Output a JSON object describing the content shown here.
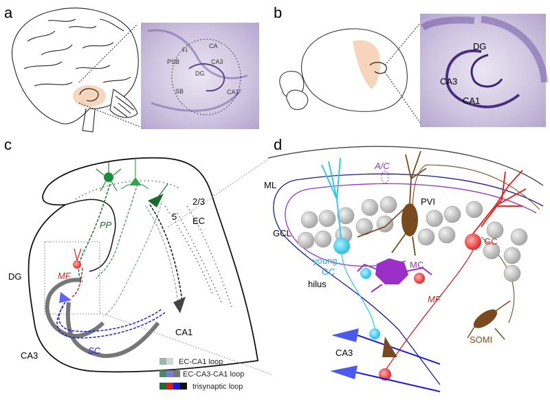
{
  "panels": {
    "a": {
      "letter": "a",
      "inset_labels": [
        "CA",
        "Fi",
        "PSB",
        "CA3",
        "DG",
        "SB",
        "CA1"
      ]
    },
    "b": {
      "letter": "b",
      "inset_labels": [
        "DG",
        "CA3",
        "CA1"
      ]
    },
    "c": {
      "letter": "c",
      "labels": {
        "dg": "DG",
        "ca3": "CA3",
        "ca1": "CA1",
        "ec": "EC",
        "layer23": "2/3",
        "layer5": "5",
        "pp": "PP",
        "mf": "MF",
        "sc": "SC"
      },
      "legend": [
        "EC-CA1 loop",
        "EC-CA3-CA1 loop",
        "trisynaptic loop"
      ]
    },
    "d": {
      "letter": "d",
      "labels": {
        "ml": "ML",
        "ac": "A/C",
        "pvi": "PVI",
        "gcl": "GCL",
        "young_gc_1": "young",
        "young_gc_2": "GC",
        "mc": "MC",
        "hilus": "hilus",
        "gc": "GC",
        "mf": "MF",
        "somi": "SOMI",
        "ca3": "CA3"
      }
    }
  },
  "colors": {
    "tissue": "#c9bfdc",
    "tissue_dark": "#5b3f8c",
    "highlight": "#f6cfb5",
    "ec": "#1b6b32",
    "mf": "#d41f1f",
    "sc": "#1a1adb",
    "ca1": "#333333",
    "young_gc": "#34c6e8",
    "mc": "#9b2fc7",
    "interneuron": "#7a4a1f",
    "ml_axon": "#1a1a9a"
  },
  "icons": [
    "brain-outline-icon",
    "mouse-brain-outline-icon",
    "pyramidal-neuron-icon",
    "granule-cell-icon"
  ]
}
